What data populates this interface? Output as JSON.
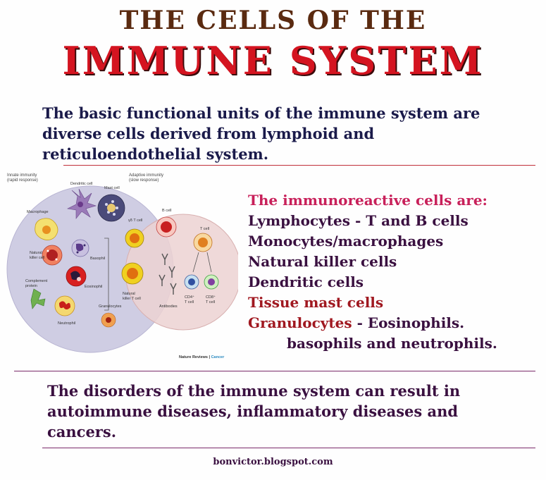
{
  "title_line1": "THE CELLS OF THE",
  "title_line2": "IMMUNE SYSTEM",
  "intro_text": "The basic functional units of the immune system are diverse cells derived from lymphoid and reticuloendothelial system.",
  "list": {
    "header": "The immunoreactive cells are:",
    "items": [
      {
        "text": "Lymphocytes - T and B cells"
      },
      {
        "text": "Monocytes/macrophages"
      },
      {
        "text": "Natural killer cells"
      },
      {
        "text": "Dendritic cells"
      },
      {
        "text": "Tissue mast cells"
      },
      {
        "lead": "Granulocytes",
        "rest": " - Eosinophils."
      },
      {
        "text": "basophils and neutrophils."
      }
    ]
  },
  "outro_text": "The disorders of the immune system can result in autoimmune diseases, inflammatory diseases and cancers.",
  "credit": "bonvictor.blogspot.com",
  "diagram": {
    "innate_title": "Innate immunity",
    "innate_sub": "(rapid response)",
    "adaptive_title": "Adaptive immunity",
    "adaptive_sub": "(slow response)",
    "labels": {
      "dendritic": "Dendritic cell",
      "mast": "Mast cell",
      "macrophage": "Macrophage",
      "nk1": "Natural",
      "nk2": "killer cell",
      "basophil": "Basophil",
      "complement1": "Complement",
      "complement2": "protein",
      "eosinophil": "Eosinophil",
      "granulocytes": "Granulocytes",
      "neutrophil": "Neutrophil",
      "gdt": "γδ T cell",
      "nkt1": "Natural",
      "nkt2": "killer T cell",
      "bcell": "B cell",
      "tcell": "T cell",
      "antibodies": "Antibodies",
      "cd4a": "CD4⁺",
      "cd4b": "T cell",
      "cd8a": "CD8⁺",
      "cd8b": "T cell",
      "source1": "Nature Reviews",
      "source2": "Cancer"
    }
  },
  "colors": {
    "title_brown": "#5a2a10",
    "title_red": "#d41420",
    "list_header": "#c8205a",
    "innate_circle": "#cfcde3",
    "adaptive_circle": "#ecd2d2"
  }
}
